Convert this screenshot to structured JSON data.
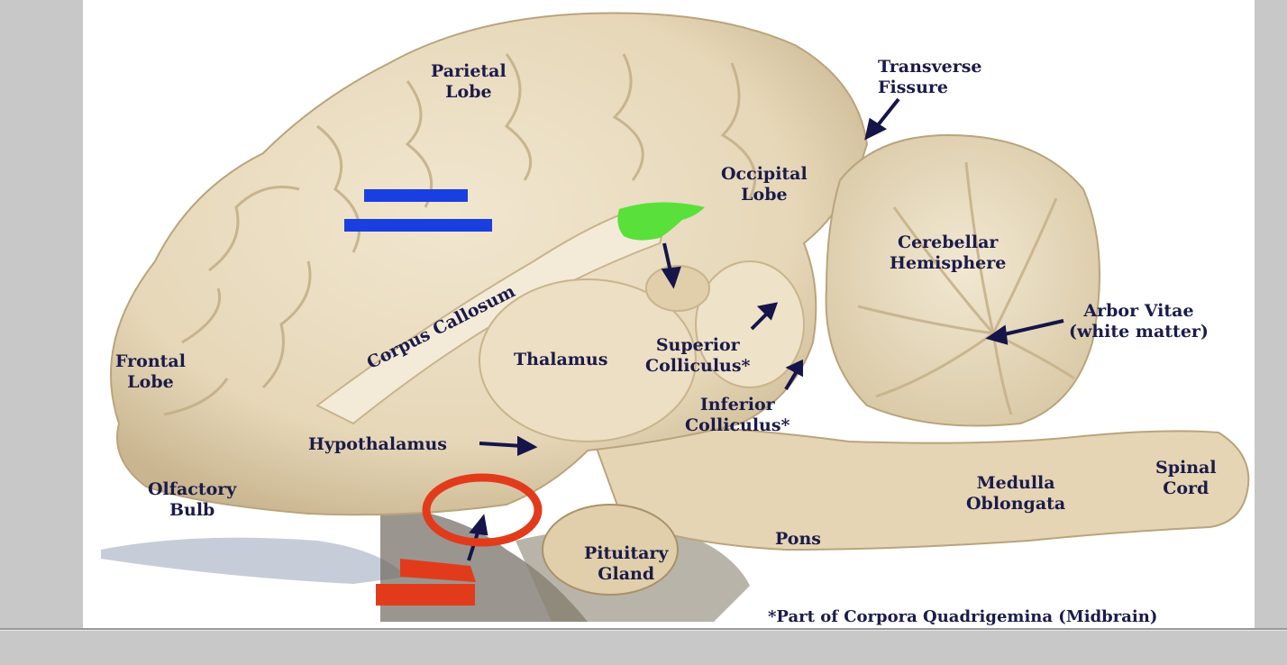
{
  "labels": {
    "parietal_lobe": [
      "Parietal",
      "Lobe"
    ],
    "transverse_fissure": [
      "Transverse",
      "Fissure"
    ],
    "occipital_lobe": [
      "Occipital",
      "Lobe"
    ],
    "cerebellar_hemisphere": [
      "Cerebellar",
      "Hemisphere"
    ],
    "arbor_vitae": [
      "Arbor Vitae",
      "(white matter)"
    ],
    "frontal_lobe": [
      "Frontal",
      "Lobe"
    ],
    "corpus_callosum": "Corpus Callosum",
    "thalamus": "Thalamus",
    "superior_colliculus": [
      "Superior",
      "Colliculus*"
    ],
    "inferior_colliculus": [
      "Inferior",
      "Colliculus*"
    ],
    "hypothalamus": "Hypothalamus",
    "olfactory_bulb": [
      "Olfactory",
      "Bulb"
    ],
    "pituitary_gland": [
      "Pituitary",
      "Gland"
    ],
    "pons": "Pons",
    "medulla_oblongata": [
      "Medulla",
      "Oblongata"
    ],
    "spinal_cord": [
      "Spinal",
      "Cord"
    ]
  },
  "footnote": "*Part of Corpora Quadrigemina (Midbrain)",
  "colors": {
    "label_text": "#1b1b4a",
    "tissue": "#e9dcc0",
    "redaction_blue": "#1a3fe0",
    "redaction_green": "#59e03a",
    "redaction_red": "#e23b1c",
    "frame_gray": "#c8c8c8"
  }
}
